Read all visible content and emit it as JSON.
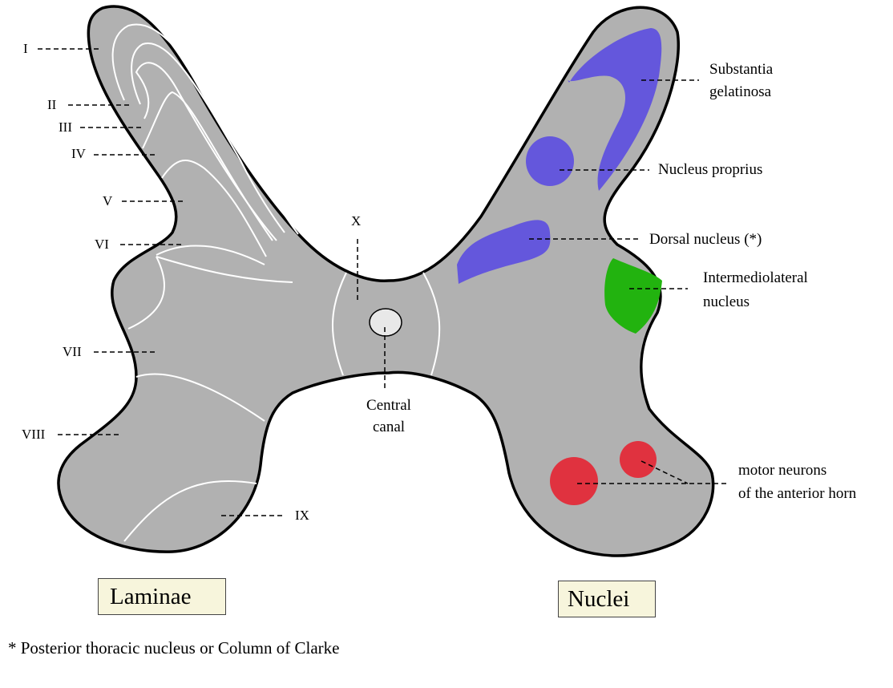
{
  "laminae": {
    "I": "I",
    "II": "II",
    "III": "III",
    "IV": "IV",
    "V": "V",
    "VI": "VI",
    "VII": "VII",
    "VIII": "VIII",
    "IX": "IX",
    "X": "X"
  },
  "central_canal": {
    "line1": "Central",
    "line2": "canal"
  },
  "nuclei": {
    "substantia_gelatinosa": {
      "line1": "Substantia",
      "line2": "gelatinosa",
      "color": "#6457dc"
    },
    "nucleus_proprius": {
      "label": "Nucleus proprius",
      "color": "#6457dc"
    },
    "dorsal_nucleus": {
      "label": "Dorsal nucleus (*)",
      "color": "#6457dc"
    },
    "intermediolateral": {
      "line1": "Intermediolateral",
      "line2": "nucleus",
      "color": "#22b30f"
    },
    "motor_neurons": {
      "line1": "motor neurons",
      "line2": "of the anterior horn",
      "color": "#e0323f"
    }
  },
  "boxes": {
    "laminae": "Laminae",
    "nuclei": "Nuclei"
  },
  "footnote": "* Posterior thoracic nucleus or Column of Clarke",
  "colors": {
    "gray_matter": "#b1b1b1",
    "outline": "#000000",
    "lamina_lines": "#ffffff",
    "box_fill": "#f7f5dc",
    "canal": "#e8e8e8"
  }
}
